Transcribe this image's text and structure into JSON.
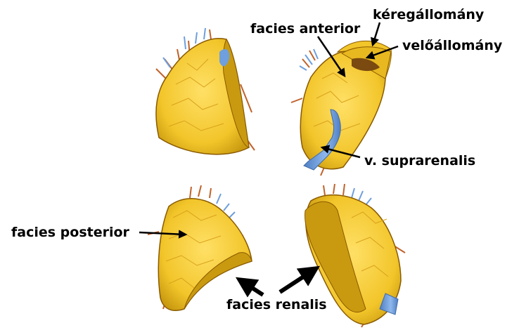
{
  "labels": {
    "keregallomany": "kéregállomány",
    "facies_anterior": "facies anterior",
    "veloallomany": "velőállomány",
    "v_suprarenalis": "v. suprarenalis",
    "facies_posterior": "facies posterior",
    "facies_renalis": "facies renalis"
  },
  "colors": {
    "gland_fill": "#f2c52a",
    "gland_shade": "#c99a10",
    "gland_edge": "#8a5a00",
    "vein": "#6f9fdc",
    "artery": "#c0622a",
    "medulla": "#7a4a10"
  }
}
